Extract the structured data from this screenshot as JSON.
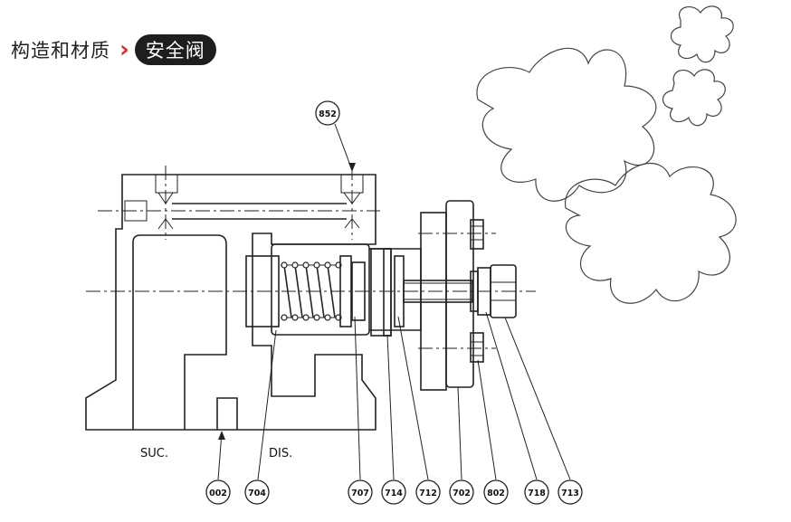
{
  "header": {
    "title": "构造和材质",
    "tag": "安全阀"
  },
  "labels": {
    "suction": "SUC.",
    "discharge": "DIS."
  },
  "balloons": [
    "852",
    "002",
    "704",
    "707",
    "714",
    "712",
    "702",
    "802",
    "718",
    "713"
  ],
  "colors": {
    "accent": "#e0291b",
    "pill": "#1e1e1e",
    "line": "#222222"
  },
  "icons": [
    "chevron-right-icon",
    "gear-outline-icon"
  ]
}
